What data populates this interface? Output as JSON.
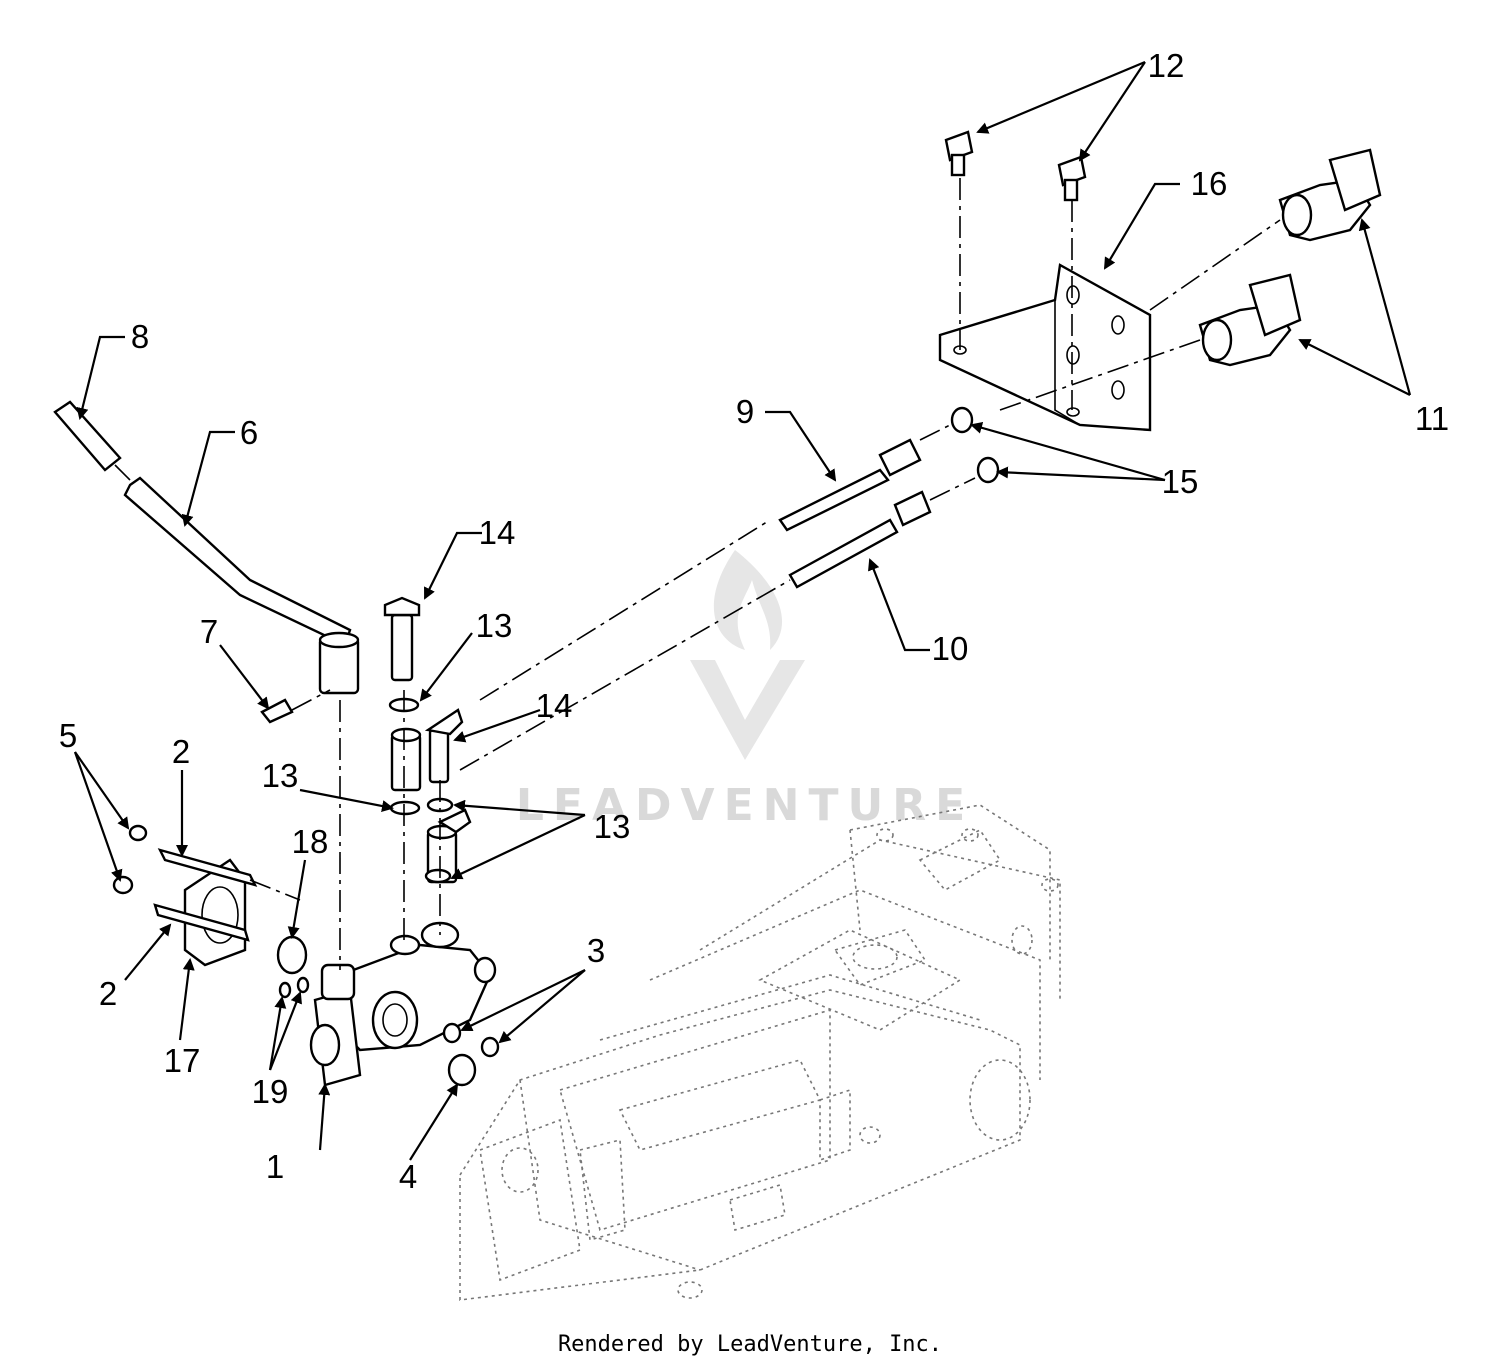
{
  "diagram": {
    "callouts": [
      {
        "id": "c1",
        "label": "1"
      },
      {
        "id": "c2a",
        "label": "2"
      },
      {
        "id": "c2b",
        "label": "2"
      },
      {
        "id": "c3",
        "label": "3"
      },
      {
        "id": "c4",
        "label": "4"
      },
      {
        "id": "c5",
        "label": "5"
      },
      {
        "id": "c6",
        "label": "6"
      },
      {
        "id": "c7",
        "label": "7"
      },
      {
        "id": "c8",
        "label": "8"
      },
      {
        "id": "c9",
        "label": "9"
      },
      {
        "id": "c10",
        "label": "10"
      },
      {
        "id": "c11",
        "label": "11"
      },
      {
        "id": "c12",
        "label": "12"
      },
      {
        "id": "c13a",
        "label": "13"
      },
      {
        "id": "c13b",
        "label": "13"
      },
      {
        "id": "c13c",
        "label": "13"
      },
      {
        "id": "c14a",
        "label": "14"
      },
      {
        "id": "c14b",
        "label": "14"
      },
      {
        "id": "c15",
        "label": "15"
      },
      {
        "id": "c16",
        "label": "16"
      },
      {
        "id": "c17",
        "label": "17"
      },
      {
        "id": "c18",
        "label": "18"
      },
      {
        "id": "c19",
        "label": "19"
      }
    ],
    "watermark": "LEADVENTURE",
    "footer": "Rendered by LeadVenture, Inc."
  }
}
